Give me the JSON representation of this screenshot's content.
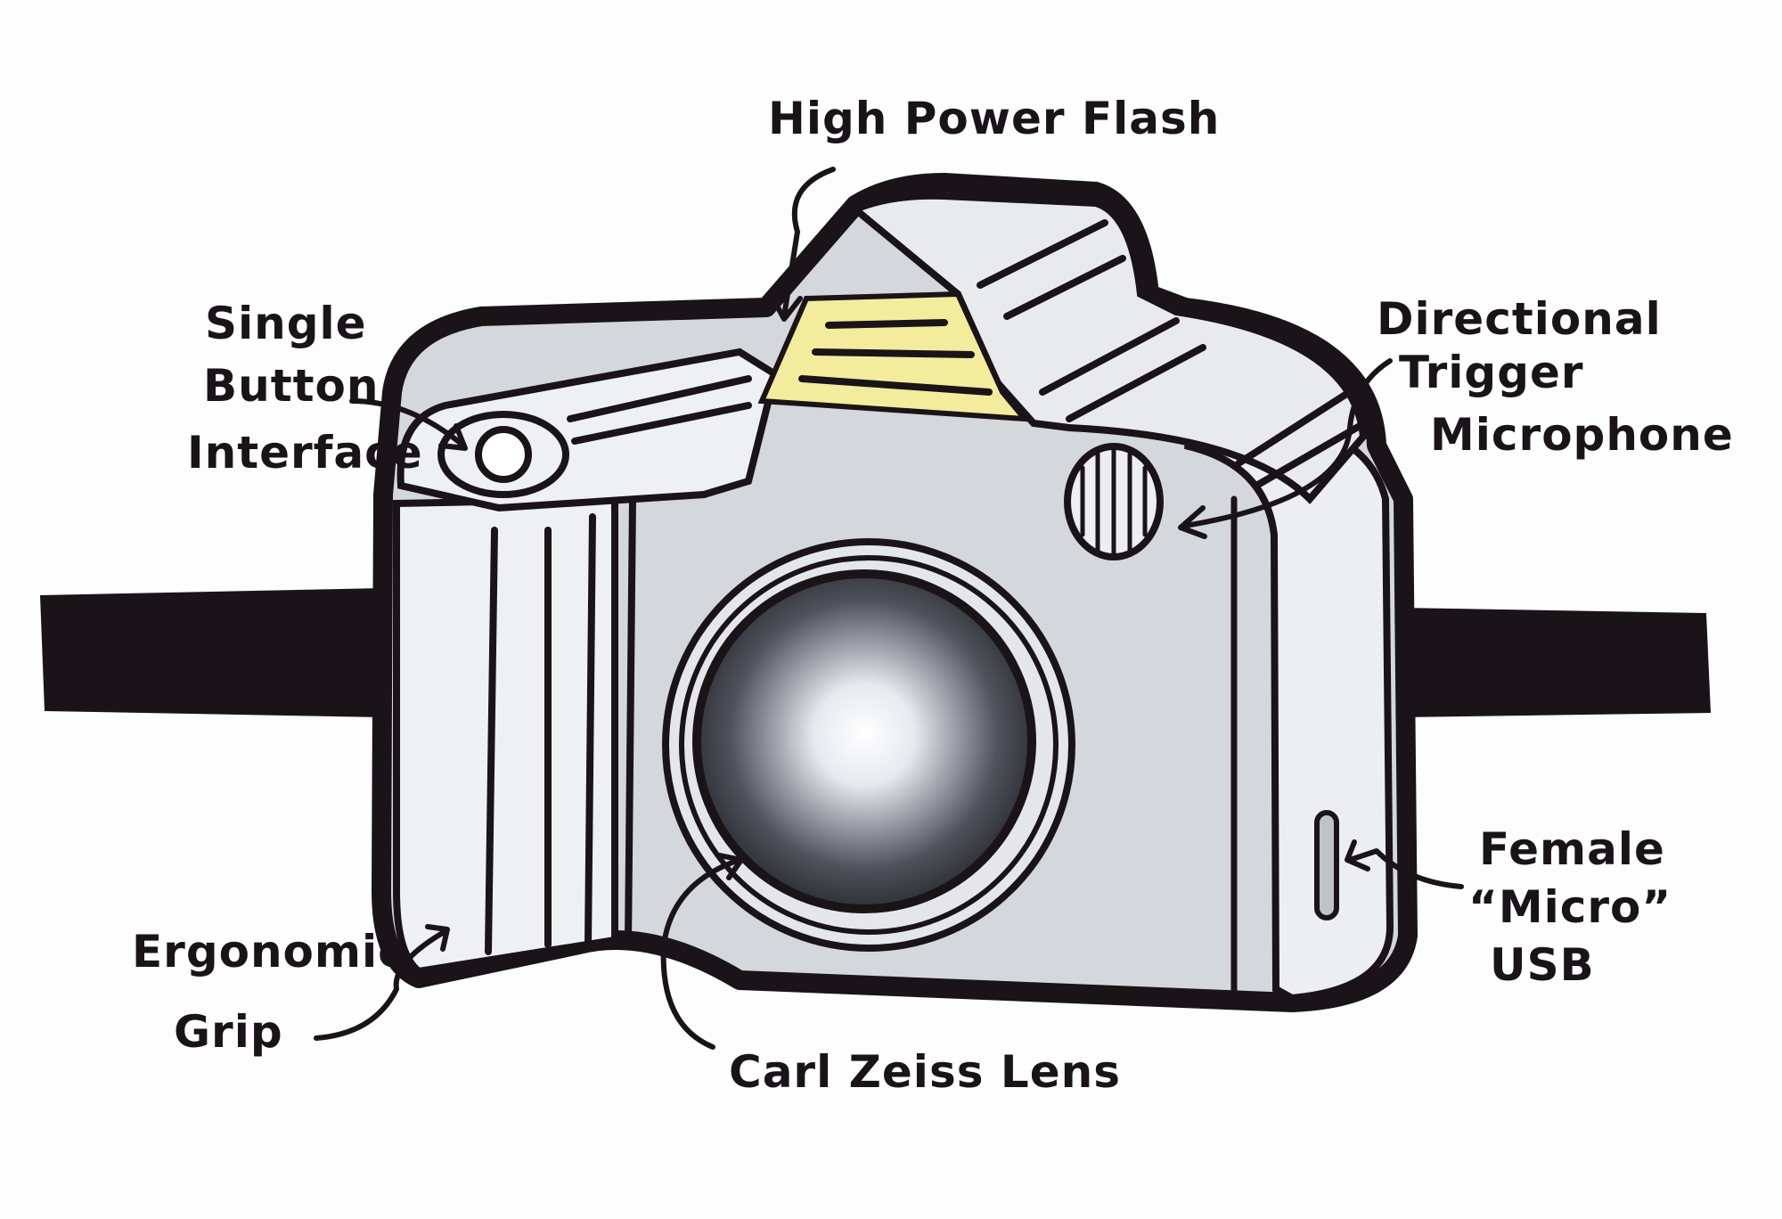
{
  "diagram": {
    "subject": "camera",
    "colors": {
      "ink": "#1a1418",
      "body": "#d4d7dc",
      "body_light": "#eef0f2",
      "flash": "#f3ec9c",
      "lens_dark": "#3a3c44"
    },
    "labels": {
      "flash": "High Power Flash",
      "button": [
        "Single",
        "Button",
        "Interface"
      ],
      "microphone": [
        "Directional",
        "Trigger",
        "Microphone"
      ],
      "usb": [
        "Female",
        "“Micro”",
        "USB"
      ],
      "grip": [
        "Ergonomic",
        "Grip"
      ],
      "lens": "Carl Zeiss Lens"
    }
  }
}
